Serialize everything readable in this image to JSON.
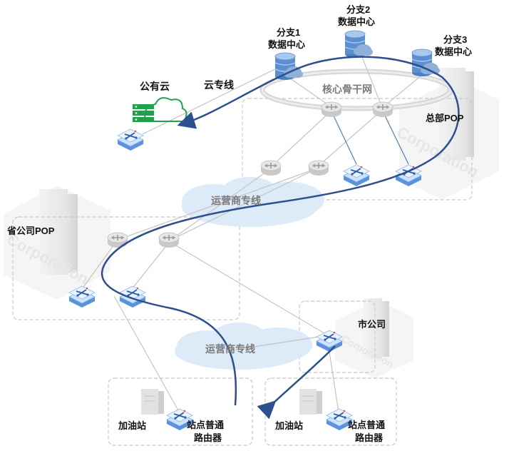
{
  "labels": {
    "public_cloud": "公有云",
    "cloud_line": "云专线",
    "core_backbone": "核心骨干网",
    "hq_pop": "总部POP",
    "carrier_line_top": "运营商专线",
    "province_pop": "省公司POP",
    "city_company": "市公司",
    "carrier_line_bottom": "运营商专线",
    "gas_station_left": "加油站",
    "gas_station_right": "加油站",
    "site_router_left": [
      "站点普通",
      "路由器"
    ],
    "site_router_right": [
      "站点普通",
      "路由器"
    ],
    "branch_1": [
      "分支1",
      "数据中心"
    ],
    "branch_2": [
      "分支2",
      "数据中心"
    ],
    "branch_3": [
      "分支3",
      "数据中心"
    ],
    "corporation_watermark": "Corporation"
  },
  "colors": {
    "path_line": "#2b4f8f",
    "cloud_fill": "#d8ecf8",
    "cloud_green": "#1fa34a",
    "device_blue": "#3d7fd6",
    "dashed_box": "#c8c8c8"
  },
  "icons": {
    "router": "router-icon",
    "switch": "switch-icon",
    "database": "database-icon",
    "server": "server-icon",
    "building": "building-icon"
  }
}
